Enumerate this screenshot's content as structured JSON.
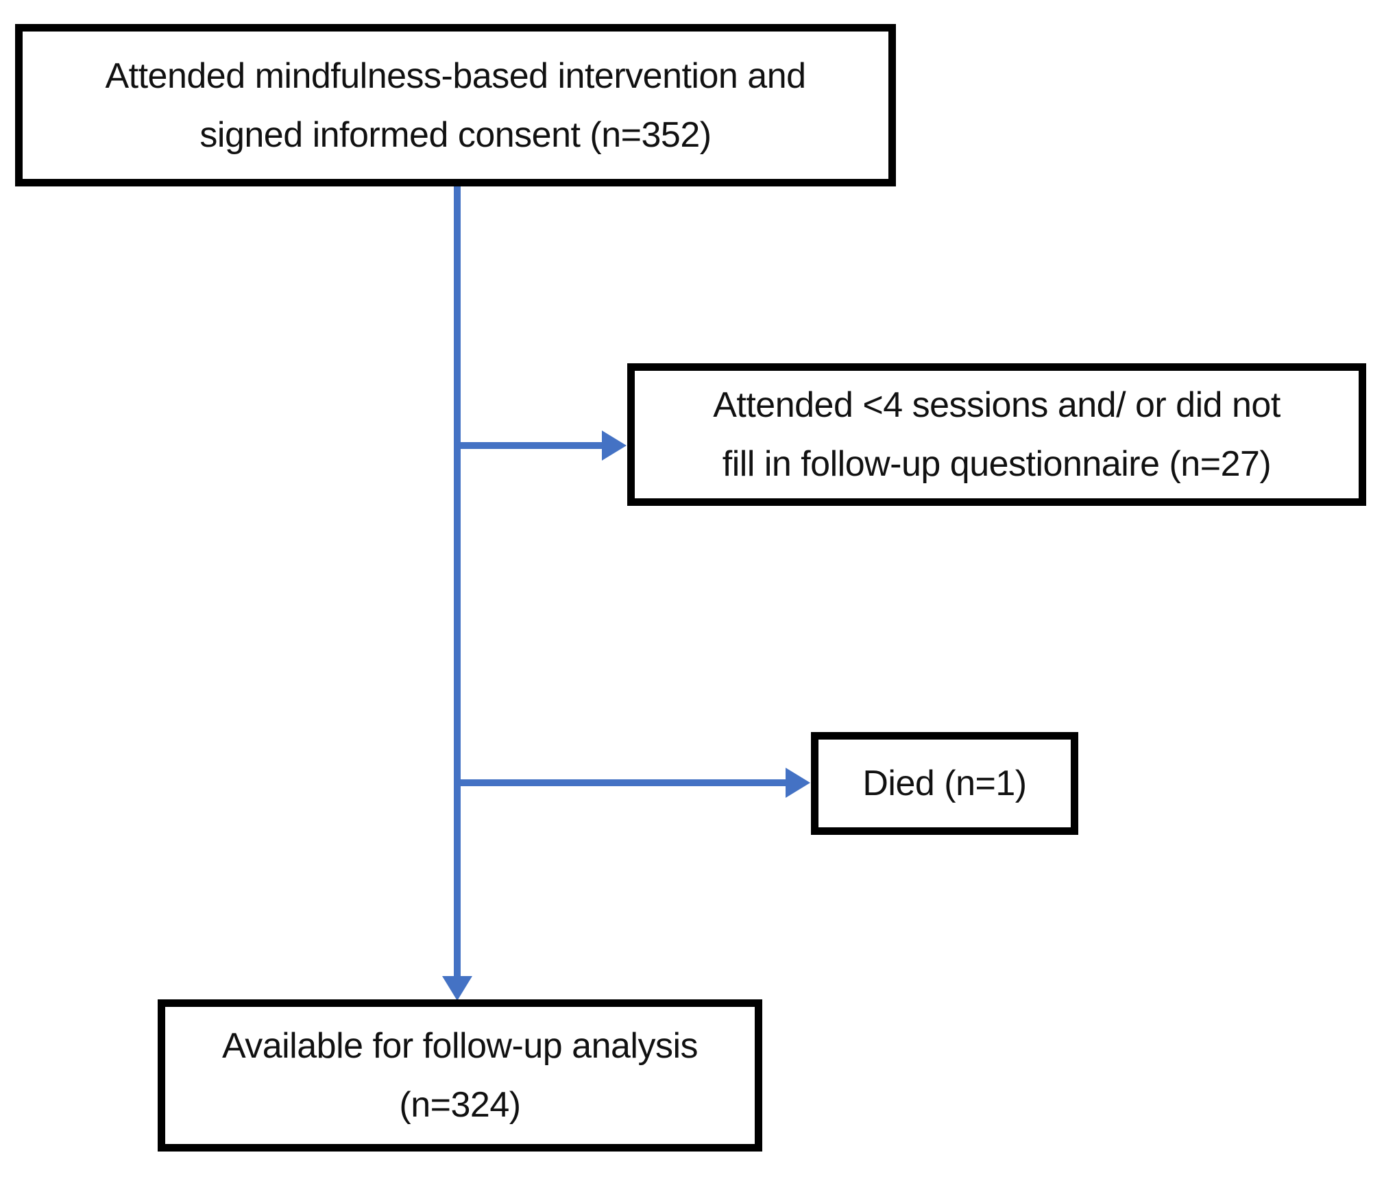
{
  "colors": {
    "arrow": "#4472C4",
    "border": "#000000",
    "text": "#111111",
    "background": "#ffffff"
  },
  "flowchart": {
    "description": "Participant flow diagram for a mindfulness-based intervention study",
    "nodes": {
      "enrolled": {
        "lines": [
          "Attended mindfulness-based intervention and",
          "signed informed consent (n=352)"
        ],
        "n": 352
      },
      "excluded": {
        "lines": [
          "Attended <4 sessions and/ or did not",
          "fill in follow-up questionnaire (n=27)"
        ],
        "n": 27
      },
      "died": {
        "lines": [
          "Died (n=1)"
        ],
        "n": 1
      },
      "followup": {
        "lines": [
          "Available for follow-up analysis",
          "(n=324)"
        ],
        "n": 324
      }
    },
    "edges": [
      {
        "from": "enrolled",
        "to": "followup",
        "style": "arrow-down"
      },
      {
        "from": "enrolled",
        "to": "excluded",
        "style": "arrow-right-branch"
      },
      {
        "from": "enrolled",
        "to": "died",
        "style": "arrow-right-branch"
      }
    ]
  }
}
